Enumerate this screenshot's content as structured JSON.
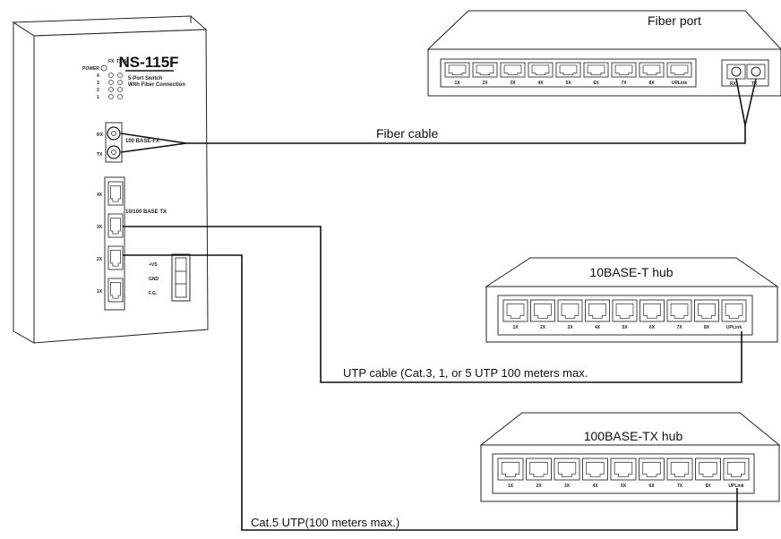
{
  "switch": {
    "model": "NS-115F",
    "subtitle_line1": "5-Port Switch",
    "subtitle_line2": "With Fiber Connection",
    "led_power": "POWER",
    "led_rows": [
      "4",
      "3",
      "2",
      "1"
    ],
    "led_col_a": "FX",
    "led_col_b": "TX/A",
    "fiber_rx": "RX",
    "fiber_tx": "TX",
    "fiber_label": "100 BASE-FX",
    "tx_label": "10/100 BASE TX",
    "ports": [
      "4X",
      "3X",
      "2X",
      "1X"
    ],
    "power_terms": [
      "+VS",
      "GND",
      "F.G."
    ]
  },
  "fiber_device": {
    "title": "Fiber port",
    "ports": [
      "1X",
      "2X",
      "3X",
      "4X",
      "5X",
      "6X",
      "7X",
      "8X",
      "UPLink"
    ],
    "fiber_port_labels": [
      "RX",
      "TX"
    ]
  },
  "hub_10": {
    "title": "10BASE-T hub",
    "ports": [
      "1X",
      "2X",
      "3X",
      "4X",
      "5X",
      "6X",
      "7X",
      "8X",
      "UPLink"
    ]
  },
  "hub_100": {
    "title": "100BASE-TX hub",
    "ports": [
      "1X",
      "2X",
      "3X",
      "4X",
      "5X",
      "6X",
      "7X",
      "8X",
      "UPLink"
    ]
  },
  "cables": {
    "fiber": "Fiber cable",
    "utp": "UTP cable (Cat.3, 1, or 5 UTP 100 meters max.",
    "cat5": "Cat.5 UTP(100 meters max.)"
  },
  "colors": {
    "line": "#111111",
    "device_fill": "#ffffff",
    "device_shade": "#f1f1f1",
    "port_stroke": "#444444"
  }
}
